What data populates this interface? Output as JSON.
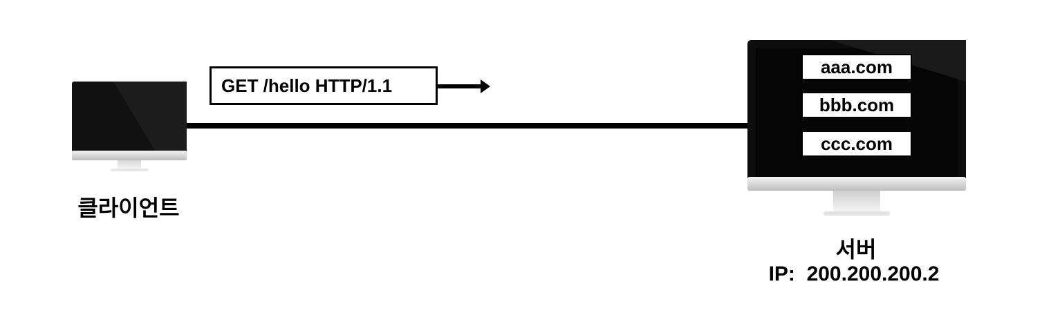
{
  "request": {
    "text": "GET /hello HTTP/1.1"
  },
  "client": {
    "label": "클라이언트"
  },
  "server": {
    "label": "서버",
    "ip_text": "IP:  200.200.200.2",
    "domains": [
      "aaa.com",
      "bbb.com",
      "ccc.com"
    ]
  },
  "colors": {
    "line": "#000000",
    "screen": "#000000",
    "bezel": "#d9d9d9",
    "background": "#ffffff"
  },
  "icons": {
    "client": "desktop-monitor-icon",
    "server": "desktop-monitor-icon",
    "arrow": "arrow-right-icon"
  }
}
